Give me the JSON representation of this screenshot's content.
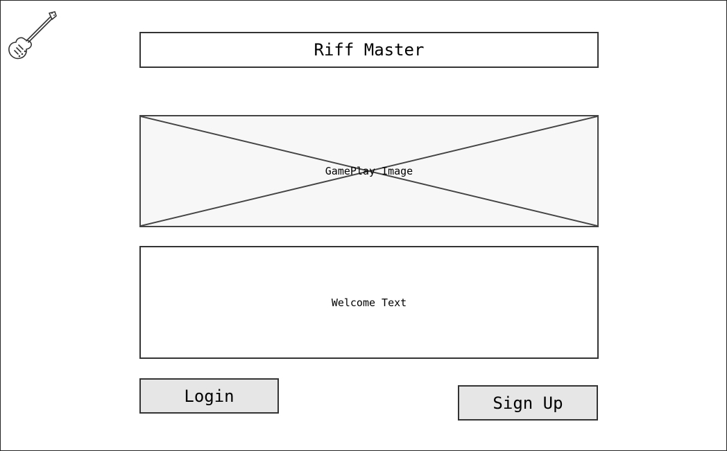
{
  "header": {
    "title": "Riff Master",
    "logo_icon": "electric-guitar-icon"
  },
  "main": {
    "image_placeholder_label": "GamePlay Image",
    "welcome_text": "Welcome Text"
  },
  "actions": {
    "login_label": "Login",
    "signup_label": "Sign Up"
  },
  "colors": {
    "border": "#333333",
    "button_fill": "#e6e6e6",
    "placeholder_fill": "#f7f7f7"
  }
}
